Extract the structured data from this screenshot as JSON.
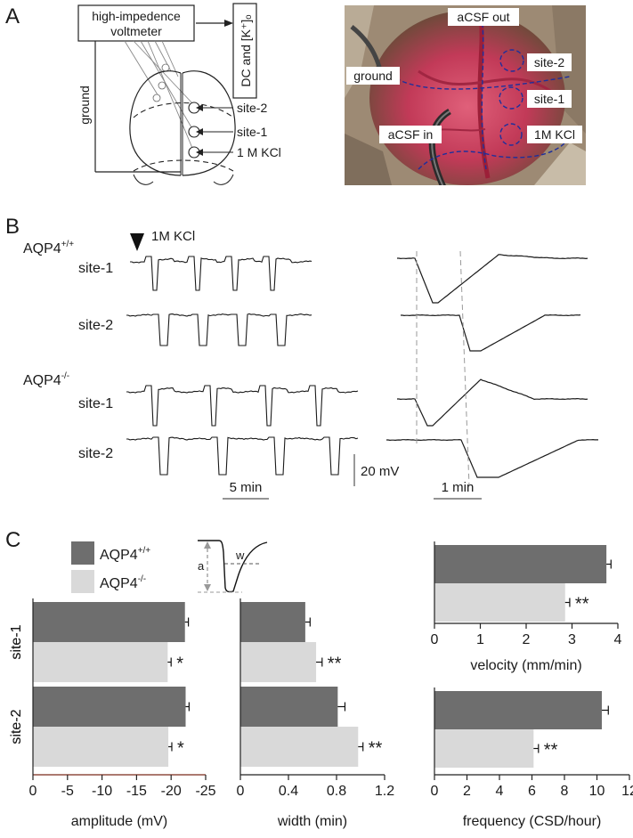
{
  "panel_letters": [
    "A",
    "B",
    "C"
  ],
  "panel_a": {
    "schematic": {
      "voltmeter_line1": "high-impedence",
      "voltmeter_line2": "voltmeter",
      "output_label": "DC and [K⁺]ₒ",
      "ground_label": "ground",
      "site2_label": "site-2",
      "site1_label": "site-1",
      "kcl_label": "1 M KCl"
    },
    "photo": {
      "acsf_out": "aCSF out",
      "acsf_in": "aCSF in",
      "ground": "ground",
      "site2": "site-2",
      "site1": "site-1",
      "kcl": "1M KCl",
      "colors": {
        "tissue": "#c23a58",
        "vessel": "#9c1f38",
        "fur": "#9d8a74",
        "dash": "#1e2f9c"
      }
    }
  },
  "panel_b": {
    "kcl_label": "1M KCl",
    "groups": [
      {
        "name": "AQP4",
        "superscript": "+/+",
        "sites": [
          "site-1",
          "site-2"
        ]
      },
      {
        "name": "AQP4",
        "superscript": "-/-",
        "sites": [
          "site-1",
          "site-2"
        ]
      }
    ],
    "scalebars": {
      "voltage": "20 mV",
      "time_long": "5 min",
      "time_short": "1 min"
    }
  },
  "chart_data": [
    {
      "type": "bar",
      "title": "",
      "xlabel": "amplitude (mV)",
      "categories": [
        "site-1",
        "site-2"
      ],
      "xlim": [
        0,
        -25
      ],
      "ticks": [
        "0",
        "-5",
        "-10",
        "-15",
        "-20",
        "-25"
      ],
      "series": [
        {
          "name": "AQP4+/+",
          "values": [
            -22.0,
            -22.1
          ],
          "errors": [
            0.5,
            0.5
          ],
          "sig": [
            "",
            ""
          ]
        },
        {
          "name": "AQP4-/-",
          "values": [
            -19.5,
            -19.6
          ],
          "errors": [
            0.5,
            0.5
          ],
          "sig": [
            "*",
            "*"
          ]
        }
      ]
    },
    {
      "type": "bar",
      "title": "",
      "xlabel": "width (min)",
      "categories": [
        "site-1",
        "site-2"
      ],
      "xlim": [
        0,
        1.2
      ],
      "ticks": [
        "0",
        "0.4",
        "0.8",
        "1.2"
      ],
      "series": [
        {
          "name": "AQP4+/+",
          "values": [
            0.54,
            0.81
          ],
          "errors": [
            0.04,
            0.06
          ],
          "sig": [
            "",
            ""
          ]
        },
        {
          "name": "AQP4-/-",
          "values": [
            0.63,
            0.98
          ],
          "errors": [
            0.05,
            0.04
          ],
          "sig": [
            "**",
            "**"
          ]
        }
      ]
    },
    {
      "type": "bar",
      "title": "",
      "xlabel": "velocity (mm/min)",
      "categories": [
        ""
      ],
      "xlim": [
        0,
        4
      ],
      "ticks": [
        "0",
        "1",
        "2",
        "3",
        "4"
      ],
      "series": [
        {
          "name": "AQP4+/+",
          "values": [
            3.75
          ],
          "errors": [
            0.1
          ],
          "sig": [
            ""
          ]
        },
        {
          "name": "AQP4-/-",
          "values": [
            2.85
          ],
          "errors": [
            0.1
          ],
          "sig": [
            "**"
          ]
        }
      ]
    },
    {
      "type": "bar",
      "title": "",
      "xlabel": "frequency (CSD/hour)",
      "categories": [
        ""
      ],
      "xlim": [
        0,
        12
      ],
      "ticks": [
        "0",
        "2",
        "4",
        "6",
        "8",
        "10",
        "12"
      ],
      "series": [
        {
          "name": "AQP4+/+",
          "values": [
            10.3
          ],
          "errors": [
            0.4
          ],
          "sig": [
            ""
          ]
        },
        {
          "name": "AQP4-/-",
          "values": [
            6.1
          ],
          "errors": [
            0.3
          ],
          "sig": [
            "**"
          ]
        }
      ]
    }
  ],
  "legend": {
    "entries": [
      {
        "name": "AQP4",
        "superscript": "+/+",
        "color": "#6e6e6e"
      },
      {
        "name": "AQP4",
        "superscript": "-/-",
        "color": "#d9d9d9"
      }
    ],
    "inset_a": "a",
    "inset_w": "w"
  },
  "colors": {
    "wt": "#6e6e6e",
    "ko": "#d9d9d9",
    "trace": "#1a1a1a",
    "axis_text": "#1a1a1a"
  }
}
